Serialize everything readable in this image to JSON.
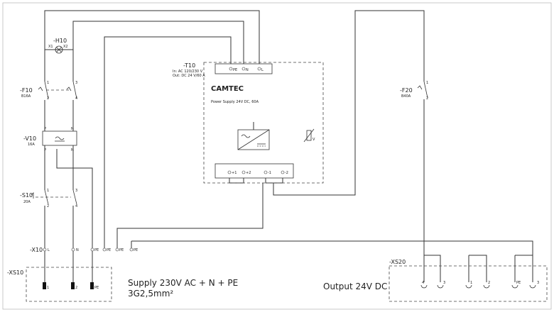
{
  "components": {
    "h10": {
      "tag": "-H10",
      "x1": "X1",
      "x2": "X2"
    },
    "f10": {
      "tag": "-F10",
      "rating": "B16A",
      "t1": "1",
      "t2": "2",
      "t3": "3",
      "t4": "4"
    },
    "v10": {
      "tag": "-V10",
      "rating": "16A",
      "p_in": "P",
      "n_in": "N",
      "p_out": "P",
      "n_out": "N"
    },
    "s10": {
      "tag": "-S10",
      "rating": "20A",
      "t1": "1",
      "t2": "2",
      "t3": "3",
      "t4": "4"
    },
    "x10": {
      "tag": "-X10",
      "l": "L",
      "n": "N",
      "pe1": "PE",
      "pe2": "PE",
      "pe3": "PE",
      "pe4": "PE"
    },
    "t10": {
      "tag": "-T10",
      "in_spec": "In: AC 120/230 V",
      "out_spec": "Out: DC 24 V/60 A",
      "brand": "CAMTEC",
      "desc": "Power Supply 24V DC, 60A",
      "in_pe": "PE",
      "in_n": "N",
      "in_l": "L",
      "out_p1": "+1",
      "out_p2": "+2",
      "out_m1": "-1",
      "out_m2": "-2",
      "pot_label": "V"
    },
    "f20": {
      "tag": "-F20",
      "rating": "B40A",
      "t1": "1",
      "t2": "2"
    },
    "xs10": {
      "tag": "-XS10",
      "p1": "1",
      "p2": "2",
      "p3": "PE"
    },
    "xs20": {
      "tag": "-XS20",
      "t1": "4",
      "t2": "3",
      "t3": "1",
      "t4": "2",
      "t5": "PE",
      "t6": "3"
    }
  },
  "labels": {
    "supply_line1": "Supply 230V AC + N + PE",
    "supply_line2": "3G2,5mm²",
    "output": "Output 24V DC"
  }
}
